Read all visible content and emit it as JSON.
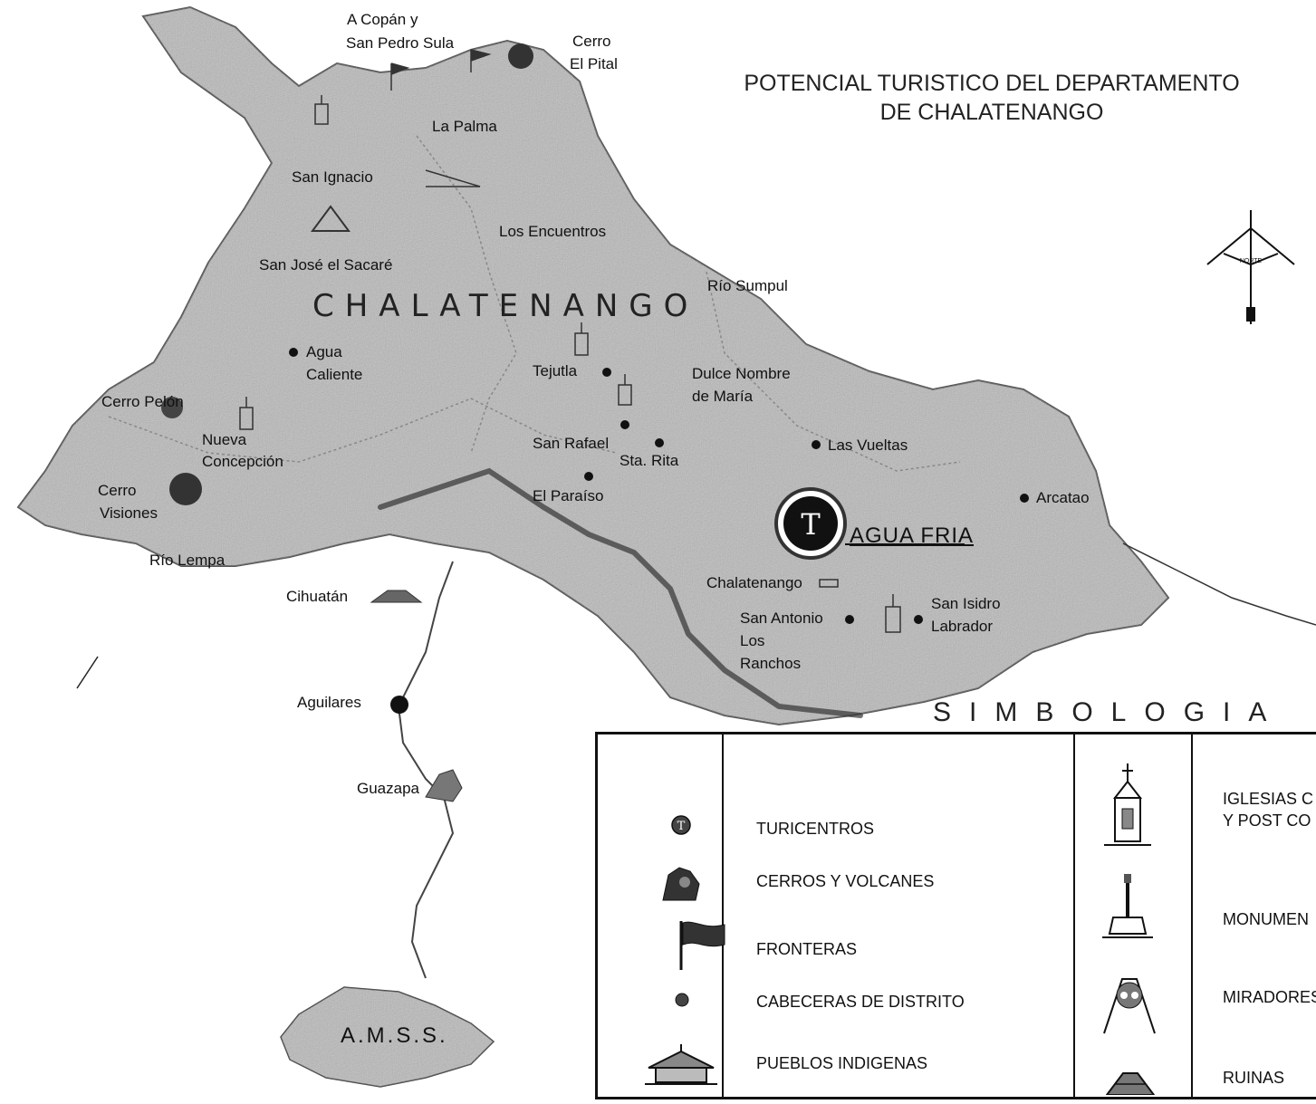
{
  "title": {
    "line1": "POTENCIAL TURISTICO DEL DEPARTAMENTO",
    "line2": "DE CHALATENANGO"
  },
  "department_label": "CHALATENANGO",
  "north_arrow_label": "NORTE",
  "places": {
    "copan": "A Copán y",
    "san_pedro_sula": "San Pedro Sula",
    "cerro": "Cerro",
    "el_pital": "El Pital",
    "la_palma": "La Palma",
    "san_ignacio": "San Ignacio",
    "los_encuentros": "Los Encuentros",
    "san_jose_el_sacare": "San José el Sacaré",
    "rio_sumpul": "Río Sumpul",
    "agua": "Agua",
    "caliente": "Caliente",
    "tejutla": "Tejutla",
    "dulce_nombre": "Dulce Nombre",
    "de_maria": "de María",
    "cerro_pelon": "Cerro Pelón",
    "nueva": "Nueva",
    "concepcion": "Concepción",
    "san_rafael": "San Rafael",
    "sta_rita": "Sta. Rita",
    "las_vueltas": "Las Vueltas",
    "cerro_visiones_1": "Cerro",
    "cerro_visiones_2": "Visiones",
    "el_paraiso": "El Paraíso",
    "arcatao": "Arcatao",
    "agua_fria": "AGUA FRIA",
    "rio_lempa": "Río Lempa",
    "chalatenango_city": "Chalatenango",
    "cihuatan": "Cihuatán",
    "san_antonio": "San Antonio",
    "los": "Los",
    "ranchos": "Ranchos",
    "san_isidro": "San Isidro",
    "labrador": "Labrador",
    "aguilares": "Aguilares",
    "guazapa": "Guazapa",
    "amss": "A.M.S.S."
  },
  "legend": {
    "heading": "SIMBOLOGIA",
    "items": [
      {
        "icon": "turicentro-icon",
        "label": "TURICENTROS"
      },
      {
        "icon": "volcano-icon",
        "label": "CERROS Y VOLCANES"
      },
      {
        "icon": "flag-icon",
        "label": "FRONTERAS"
      },
      {
        "icon": "district-dot-icon",
        "label": "CABECERAS DE DISTRITO"
      },
      {
        "icon": "village-hut-icon",
        "label": "PUEBLOS INDIGENAS"
      },
      {
        "icon": "church-icon",
        "label": "IGLESIAS C",
        "label2": "Y POST CO"
      },
      {
        "icon": "monument-icon",
        "label": "MONUMEN"
      },
      {
        "icon": "viewpoint-icon",
        "label": "MIRADORES"
      },
      {
        "icon": "ruins-icon",
        "label": "RUINAS"
      }
    ]
  },
  "colors": {
    "land_fill": "#b9b9b9",
    "ink": "#111111",
    "paper": "#ffffff"
  }
}
